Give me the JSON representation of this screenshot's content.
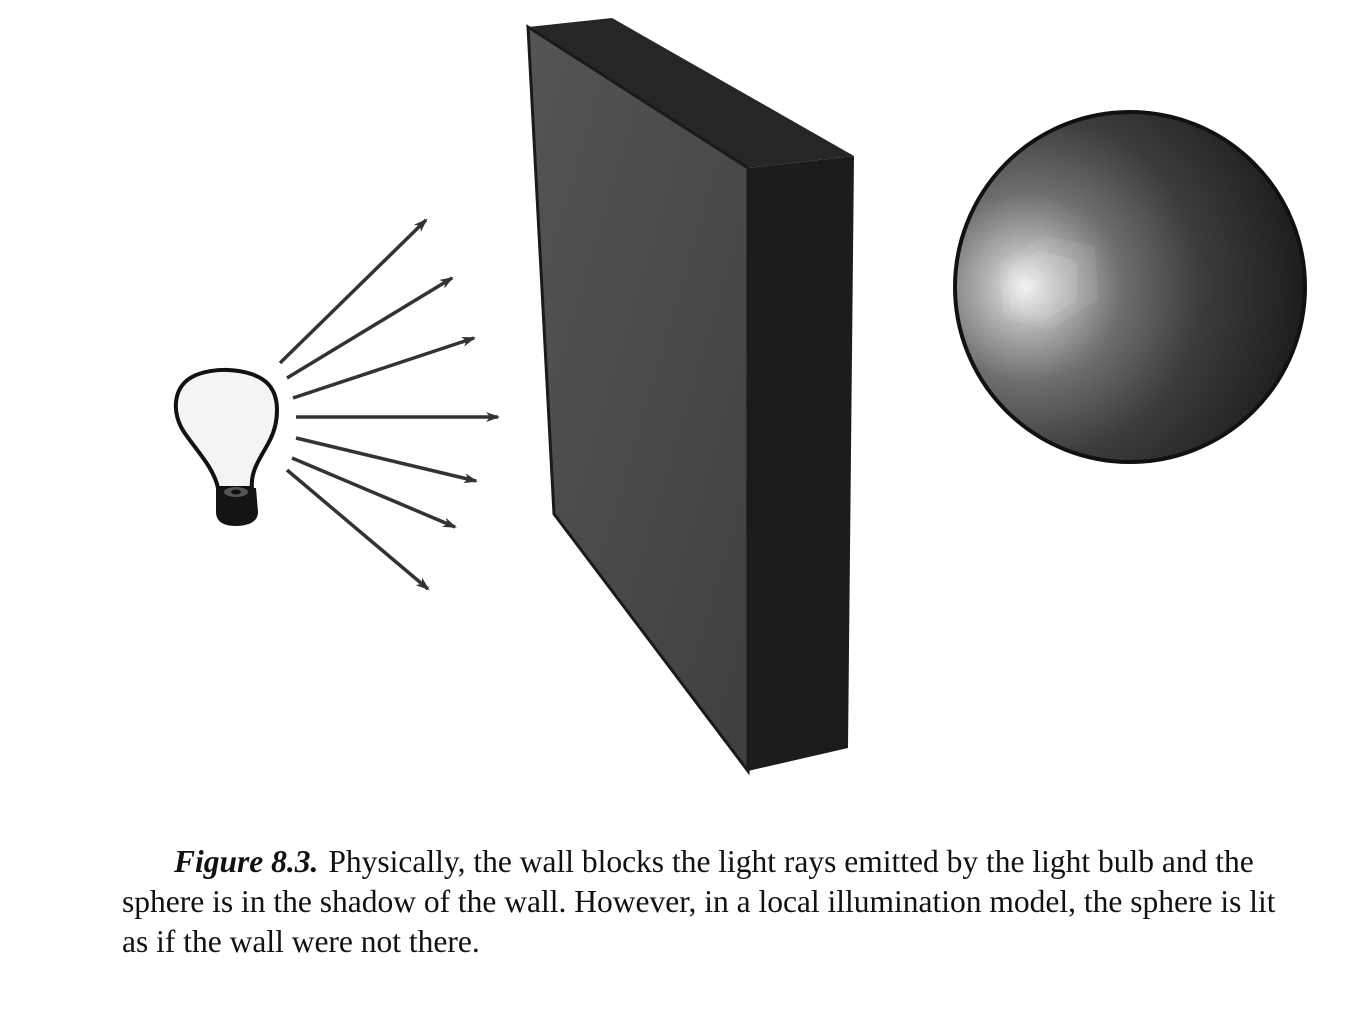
{
  "caption": {
    "label": "Figure 8.3.",
    "text": "Physically, the wall blocks the light rays emitted by the light bulb and the sphere is in the shadow of the wall. However, in a local illumination model, the sphere is lit as if the wall were not there."
  },
  "colors": {
    "background": "#ffffff",
    "wall_front": "#4d4d4d",
    "wall_side": "#1c1c1c",
    "wall_top": "#262626",
    "sphere_dark": "#1a1a1a",
    "sphere_highlight": "#f2f2f2",
    "bulb_glass": "#f4f4f4",
    "bulb_base": "#141414",
    "arrow": "#333333"
  },
  "icons": [
    "light-bulb-icon",
    "light-ray-arrow",
    "wall-block",
    "sphere"
  ]
}
